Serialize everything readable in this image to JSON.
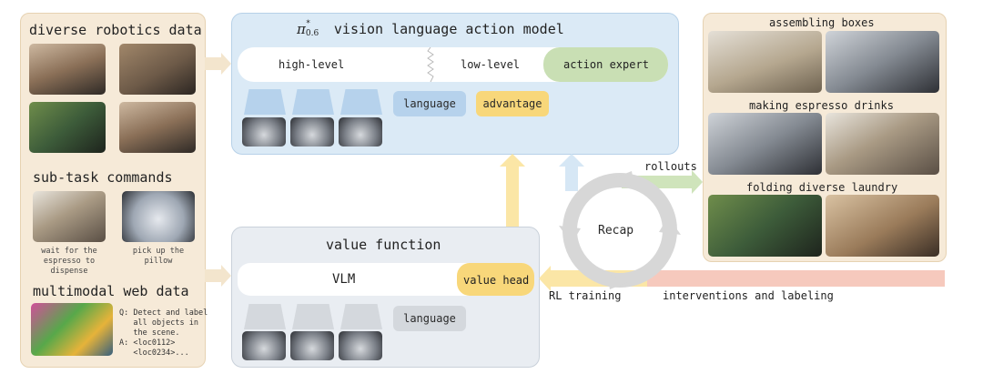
{
  "left_panel": {
    "diverse_title": "diverse robotics data",
    "subtask_title": "sub-task commands",
    "subtask_captions": [
      "wait for the\nespresso to dispense",
      "pick up the\npillow"
    ],
    "web_title": "multimodal web data",
    "web_qa": "Q: Detect and label\n   all objects in\n   the scene.\nA: <loc0112>\n   <loc0234>..."
  },
  "vla": {
    "title_symbol": "π",
    "title_sup": "*",
    "title_sub": "0.6",
    "title_text": "vision language action model",
    "high_level": "high-level",
    "low_level": "low-level",
    "action_expert": "action expert",
    "language": "language",
    "advantage": "advantage"
  },
  "value": {
    "title": "value function",
    "vlm": "VLM",
    "value_head": "value head",
    "language": "language"
  },
  "center": {
    "recap": "Recap",
    "rollouts": "rollouts",
    "rl_training": "RL training",
    "interventions": "interventions and labeling"
  },
  "right_panel": {
    "assembling": "assembling boxes",
    "espresso": "making espresso drinks",
    "laundry": "folding diverse laundry"
  },
  "colors": {
    "vla_panel": "#dbeaf6",
    "action_expert": "#c9dfb4",
    "advantage": "#f8d77a",
    "value_head": "#f8d77a",
    "interventions_arrow": "#f6c9bd",
    "rollouts_arrow": "#cfe4bb"
  }
}
